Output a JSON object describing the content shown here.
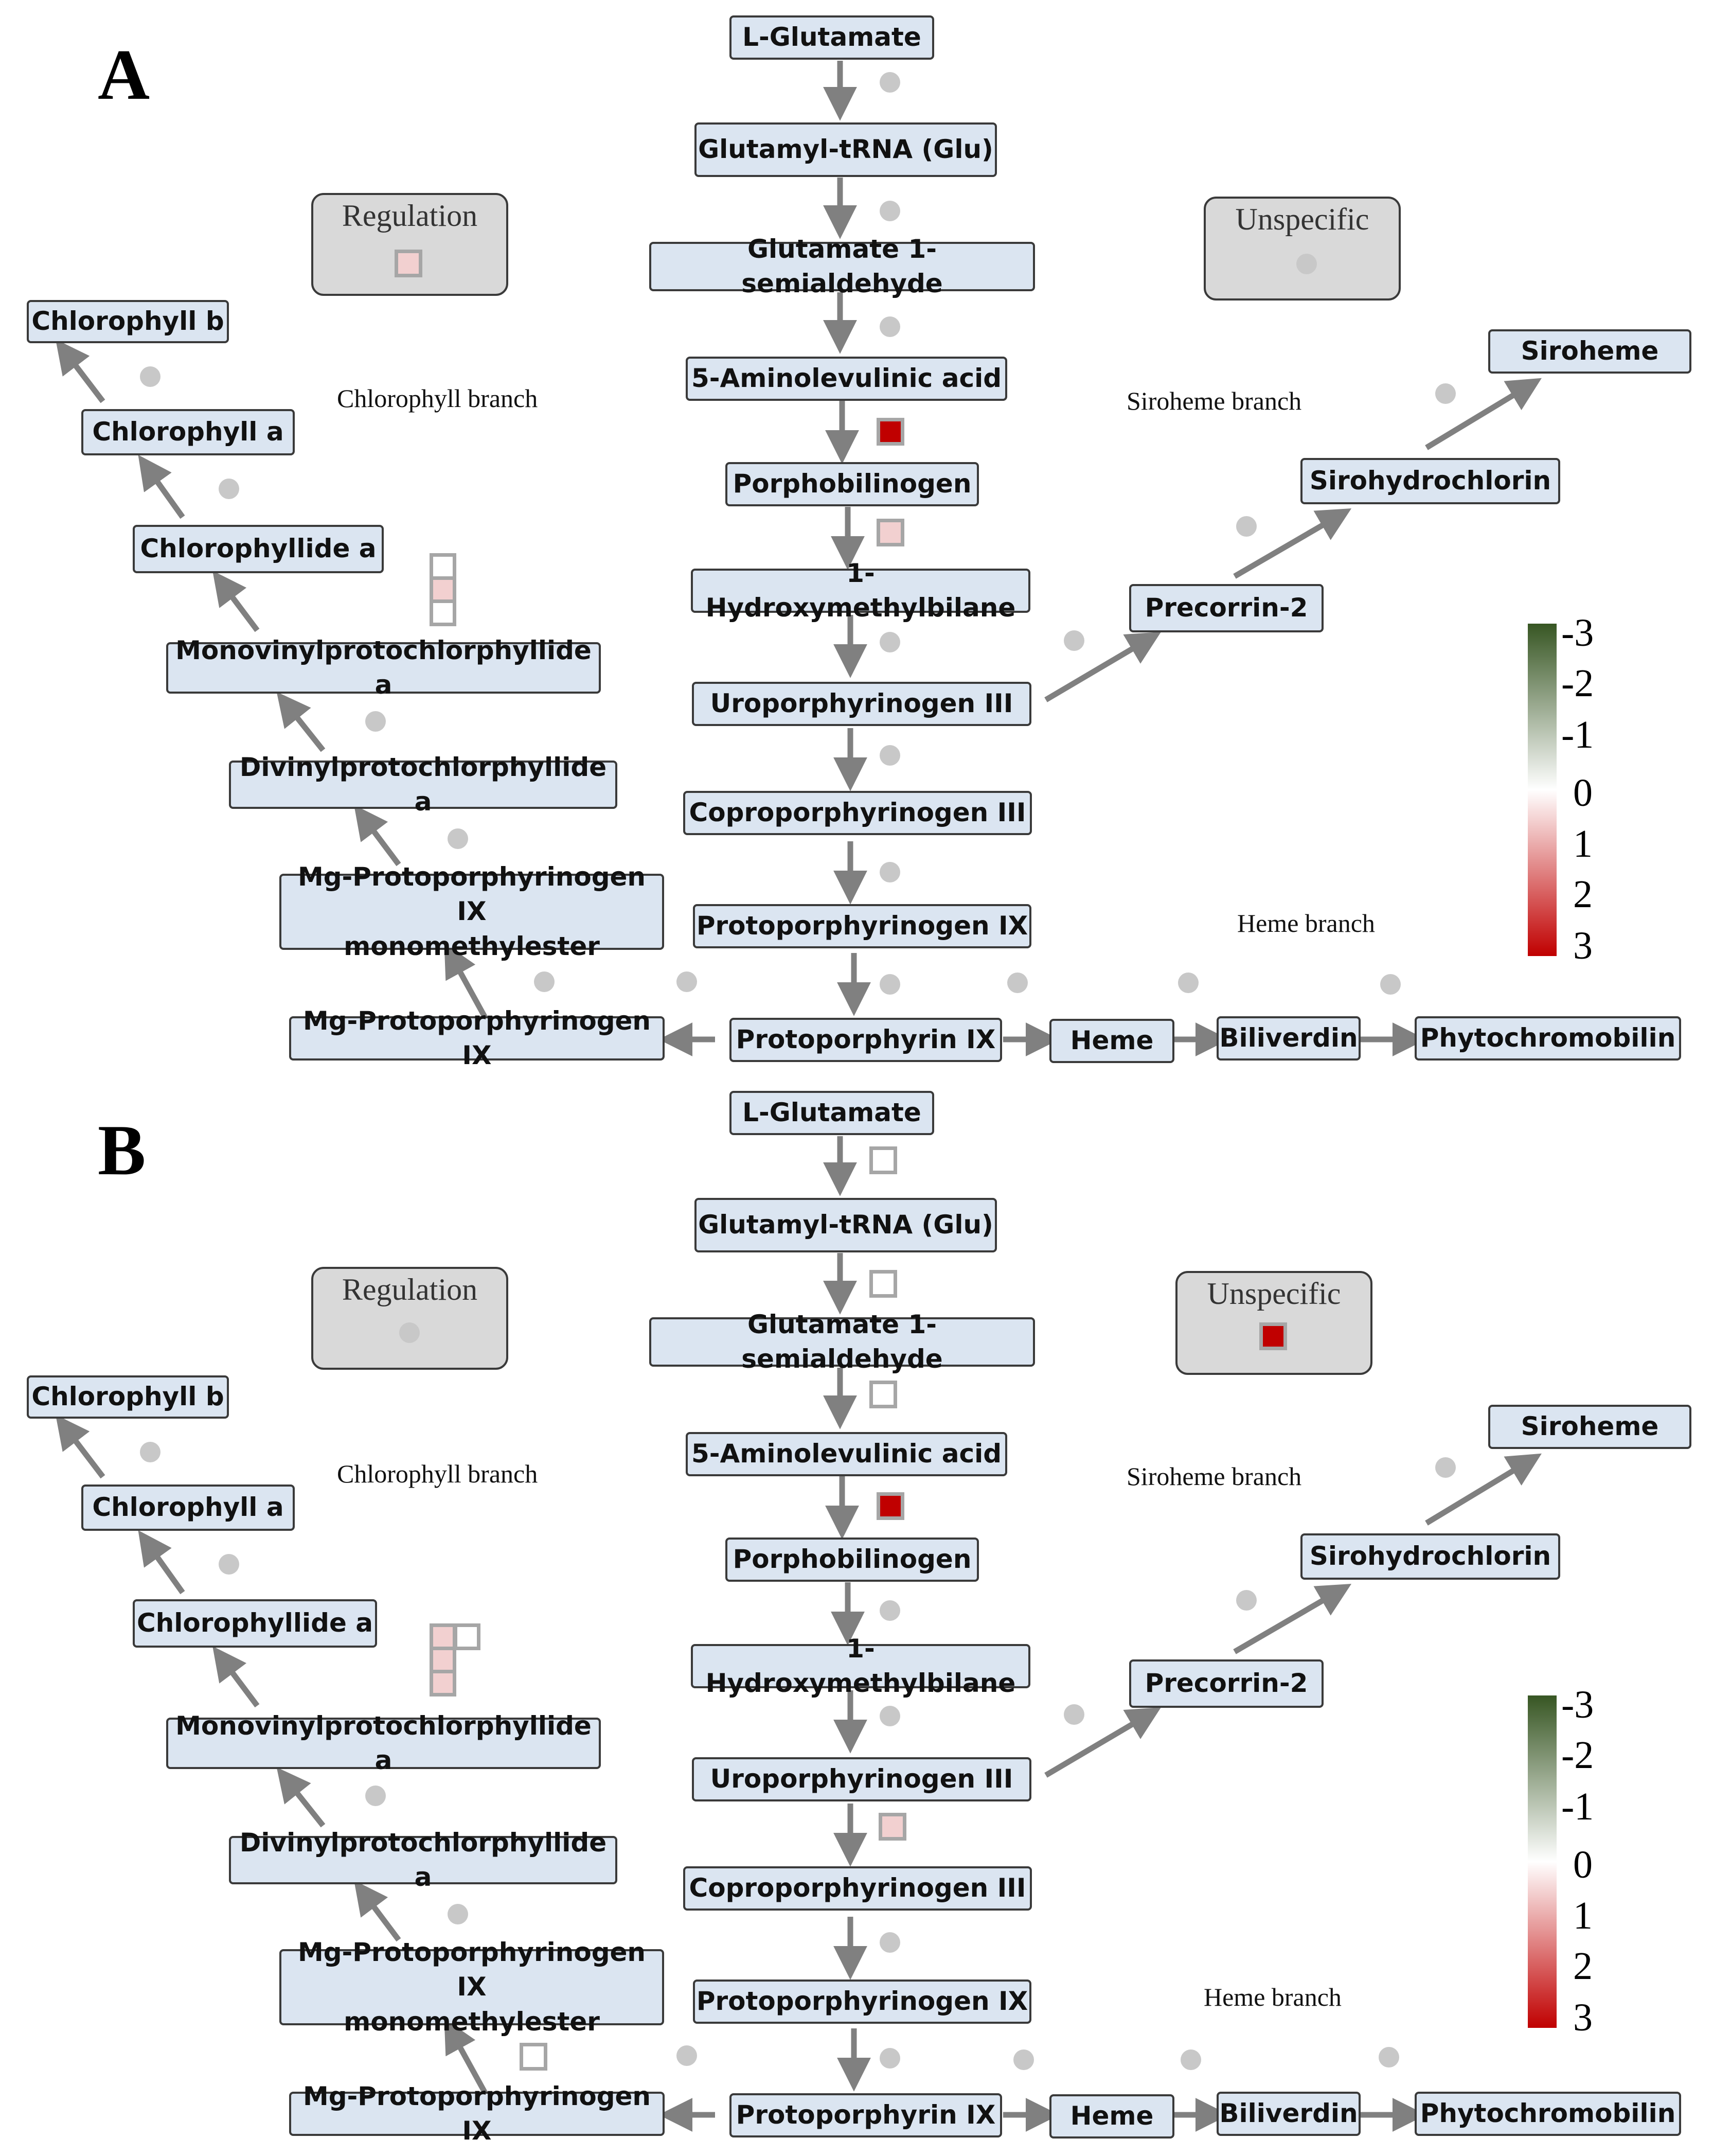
{
  "colors": {
    "node_fill": "#dbe5f1",
    "node_border": "#3a3a3a",
    "box_fill": "#d9d9d9",
    "arrow": "#808080",
    "dot": "#c8c8c8",
    "square_border": "#a6a6a6",
    "scale_low": "#375623",
    "scale_mid": "#ffffff",
    "scale_high": "#c00000",
    "up_strong": "#c00000",
    "up_weak": "#f2d0d0",
    "none": "#ffffff"
  },
  "panels": [
    {
      "letter": "A",
      "nodes": {
        "l_glutamate": "L-Glutamate",
        "glutamyl_trna": "Glutamyl-tRNA (Glu)",
        "glutamate_semialdehyde": "Glutamate 1-semialdehyde",
        "aminolevulinic": "5-Aminolevulinic acid",
        "porphobilinogen": "Porphobilinogen",
        "hydroxymethylbilane": "1-Hydroxymethylbilane",
        "uroporphyrinogen": "Uroporphyrinogen  III",
        "coproporphyrinogen": "Coproporphyrinogen III",
        "protoporphyrinogen": "Protoporphyrinogen IX",
        "protoporphyrin": "Protoporphyrin IX",
        "heme": "Heme",
        "biliverdin": "Biliverdin",
        "phytochromobilin": "Phytochromobilin",
        "precorrin": "Precorrin-2",
        "sirohydrochlorin": "Sirohydrochlorin",
        "siroheme": "Siroheme",
        "mg_proto": "Mg-Protoporphyrinogen IX",
        "mg_proto_mme_1": "Mg-Protoporphyrinogen IX",
        "mg_proto_mme_2": "monomethylester",
        "divinyl": "Divinylprotochlorphyllide a",
        "monovinyl": "Monovinylprotochlorphyllide a",
        "chlorophyllide": "Chlorophyllide a",
        "chlorophyll_a": "Chlorophyll a",
        "chlorophyll_b": "Chlorophyll b"
      },
      "regulation": "Regulation",
      "unspecific": "Unspecific",
      "chlorophyll_branch": "Chlorophyll branch",
      "siroheme_branch": "Siroheme branch",
      "heme_branch": "Heme branch",
      "scale": [
        "-3",
        "-2",
        "-1",
        "0",
        "1",
        "2",
        "3"
      ],
      "markers": {
        "glu_trna": "none-dot",
        "trna_gsa": "none-dot",
        "gsa_ala": "none-dot",
        "ala_pbg": "up_strong",
        "pbg_hmb": "up_weak",
        "hmb_uro": "none-dot",
        "uro_copro": "none-dot",
        "copro_protogen": "none-dot",
        "protogen_proto": "none-dot",
        "regulation": "up_weak",
        "unspecific": "none-dot",
        "mono_chlide": [
          "none",
          "up_weak",
          "none"
        ]
      }
    },
    {
      "letter": "B",
      "nodes": {
        "l_glutamate": "L-Glutamate",
        "glutamyl_trna": "Glutamyl-tRNA (Glu)",
        "glutamate_semialdehyde": "Glutamate 1-semialdehyde",
        "aminolevulinic": "5-Aminolevulinic acid",
        "porphobilinogen": "Porphobilinogen",
        "hydroxymethylbilane": "1-Hydroxymethylbilane",
        "uroporphyrinogen": "Uroporphyrinogen  III",
        "coproporphyrinogen": "Coproporphyrinogen III",
        "protoporphyrinogen": "Protoporphyrinogen IX",
        "protoporphyrin": "Protoporphyrin IX",
        "heme": "Heme",
        "biliverdin": "Biliverdin",
        "phytochromobilin": "Phytochromobilin",
        "precorrin": "Precorrin-2",
        "sirohydrochlorin": "Sirohydrochlorin",
        "siroheme": "Siroheme",
        "mg_proto": "Mg-Protoporphyrinogen IX",
        "mg_proto_mme_1": "Mg-Protoporphyrinogen IX",
        "mg_proto_mme_2": "monomethylester",
        "divinyl": "Divinylprotochlorphyllide a",
        "monovinyl": "Monovinylprotochlorphyllide a",
        "chlorophyllide": "Chlorophyllide a",
        "chlorophyll_a": "Chlorophyll a",
        "chlorophyll_b": "Chlorophyll b"
      },
      "regulation": "Regulation",
      "unspecific": "Unspecific",
      "chlorophyll_branch": "Chlorophyll branch",
      "siroheme_branch": "Siroheme branch",
      "heme_branch": "Heme branch",
      "scale": [
        "-3",
        "-2",
        "-1",
        "0",
        "1",
        "2",
        "3"
      ],
      "markers": {
        "glu_trna": "none",
        "trna_gsa": "none",
        "gsa_ala": "none",
        "ala_pbg": "up_strong",
        "pbg_hmb": "none-dot",
        "hmb_uro": "none-dot",
        "uro_copro": "up_weak",
        "copro_protogen": "none-dot",
        "protogen_proto": "none-dot",
        "regulation": "none-dot",
        "unspecific": "up_strong",
        "mono_chlide": [
          "up_weak",
          "none",
          "up_weak",
          "up_weak"
        ],
        "mgproto_mme": "none"
      }
    }
  ]
}
